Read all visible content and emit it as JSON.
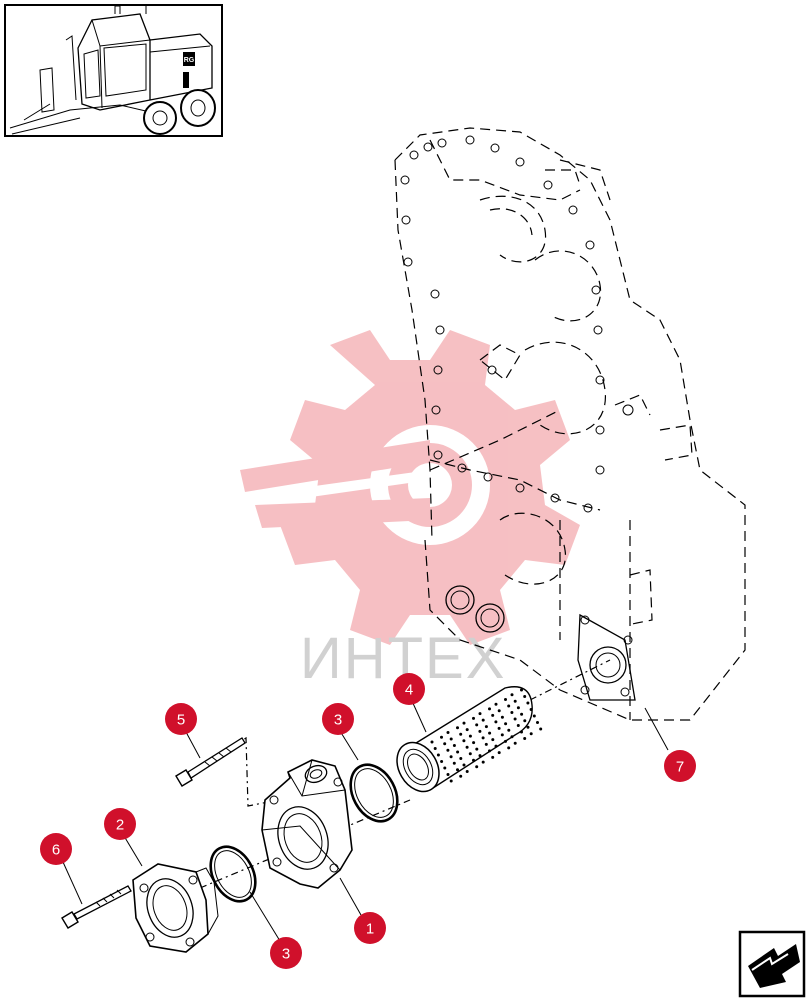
{
  "diagram": {
    "watermark_text": "ИНТЕХ",
    "thumbnail_badge_text": "RG",
    "colors": {
      "callout": "#d0102b",
      "callout_text": "#ffffff",
      "line": "#000000",
      "watermark_gear": "#f5b5b9",
      "watermark_text": "#c9c9c9"
    },
    "callouts": [
      {
        "label": "5"
      },
      {
        "label": "3"
      },
      {
        "label": "4"
      },
      {
        "label": "2"
      },
      {
        "label": "6"
      },
      {
        "label": "1"
      },
      {
        "label": "3"
      },
      {
        "label": "7"
      }
    ],
    "nav_icon": "next-page-arrow-icon"
  }
}
